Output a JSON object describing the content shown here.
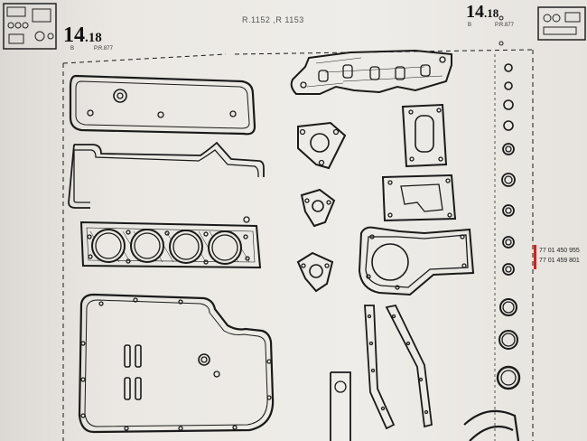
{
  "header": {
    "code_main": "14",
    "code_sub": ".18",
    "letter": "B",
    "pr_ref": "P.R.877",
    "model_ref": "R.1152 ,R 1153"
  },
  "right_header": {
    "code_main": "14",
    "code_sub": ".18",
    "letter": "B",
    "pr_ref": "P.R.877"
  },
  "part_refs": [
    "77 01 450 955",
    "77 01 459 801"
  ],
  "colors": {
    "highlight": "#e01a1a",
    "ink": "#1a1a1a",
    "paper": "#ebe8e3"
  }
}
